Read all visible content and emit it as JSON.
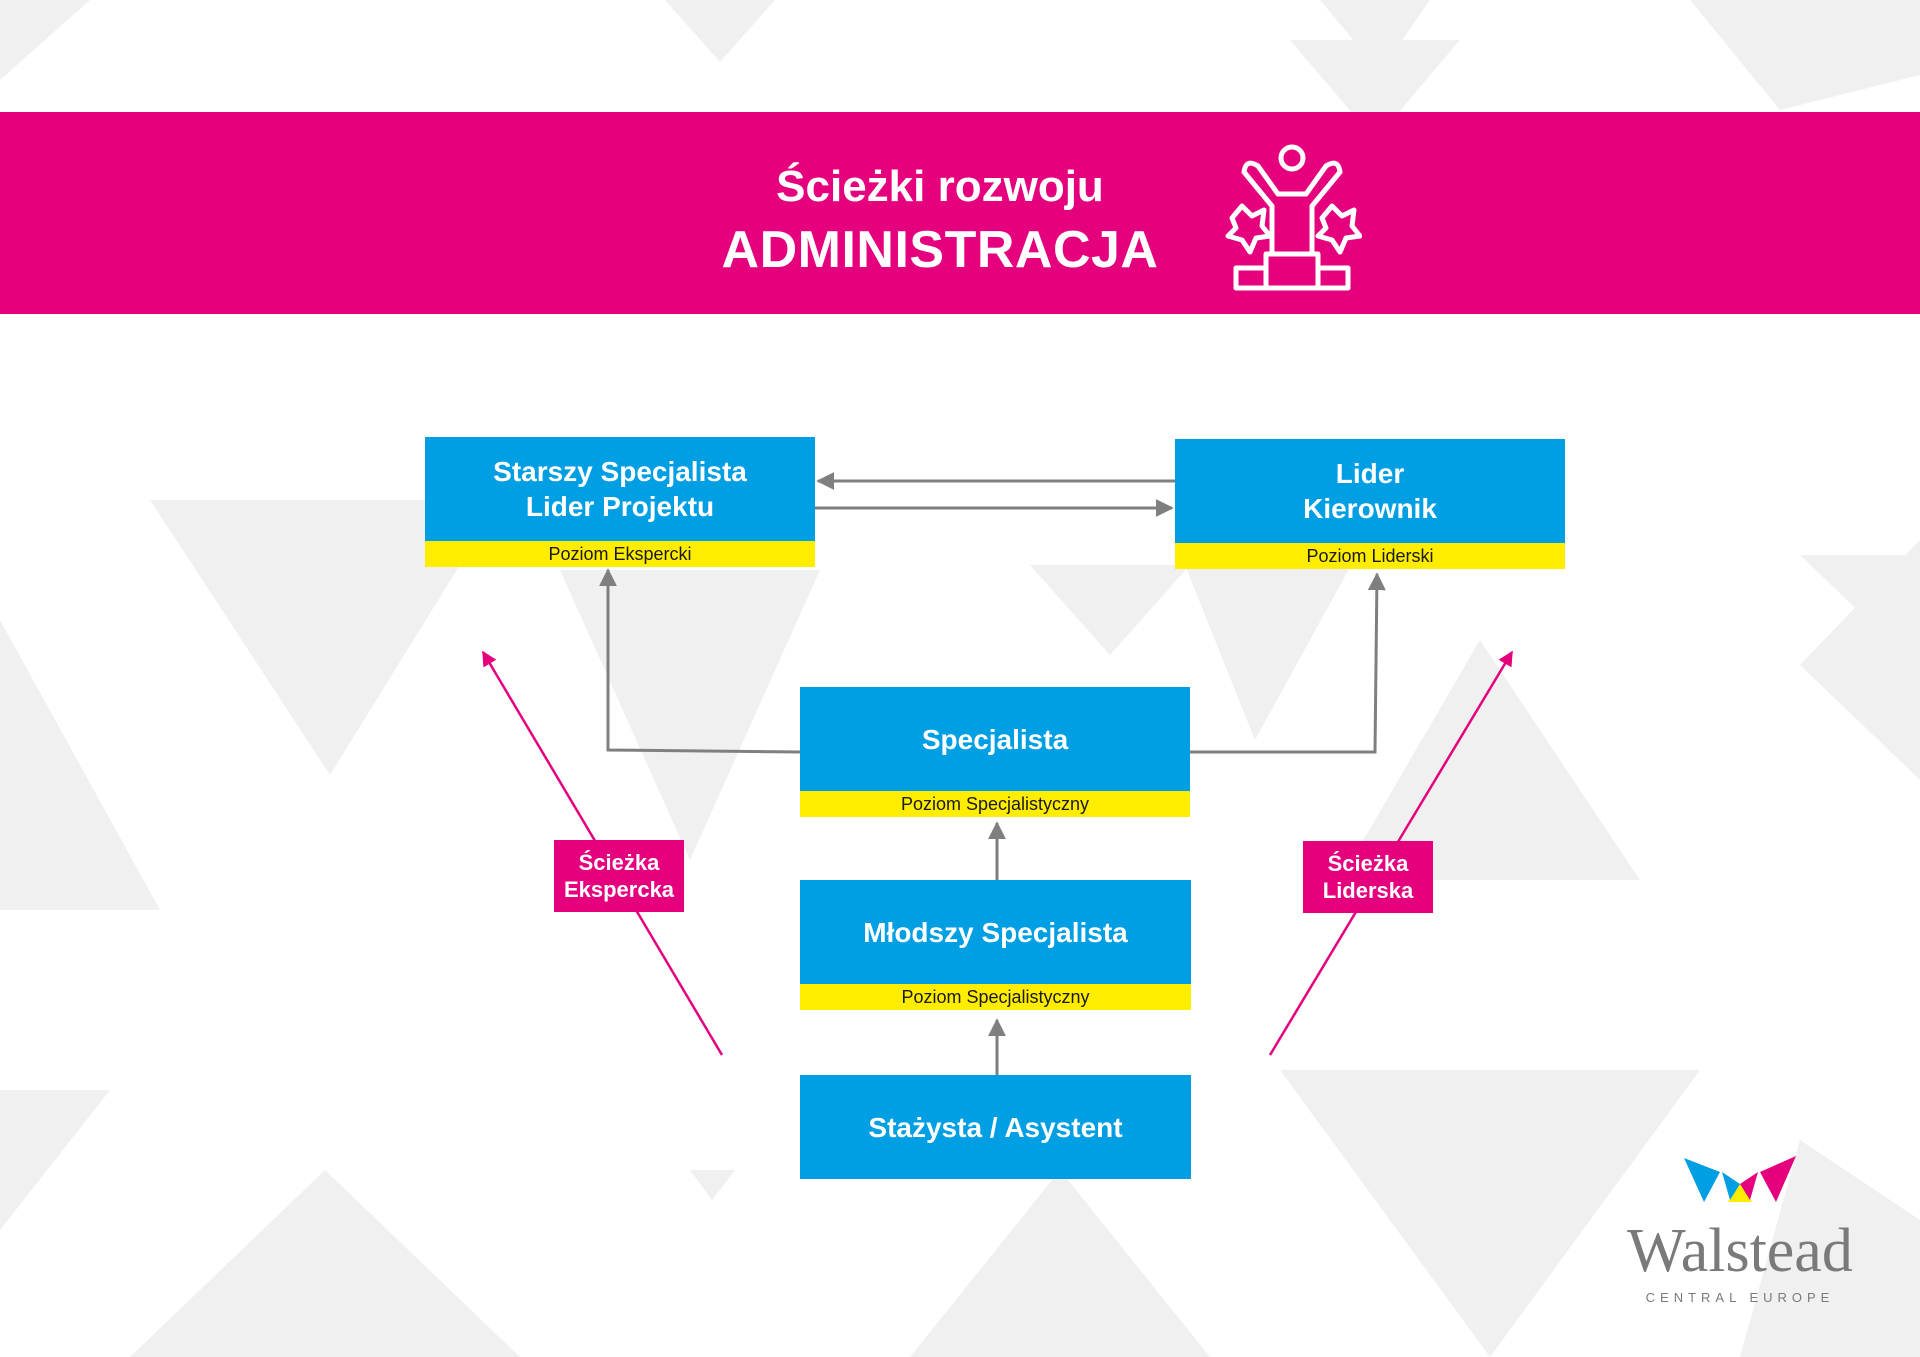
{
  "header": {
    "title_line1": "Ścieżki rozwoju",
    "title_line2": "ADMINISTRACJA",
    "icon": "trophy-podium-icon"
  },
  "nodes": {
    "expert": {
      "name": "Starszy Specjalista\nLider Projektu",
      "level": "Poziom Ekspercki"
    },
    "leader": {
      "name": "Lider\nKierownik",
      "level": "Poziom Liderski"
    },
    "specialist": {
      "name": "Specjalista",
      "level": "Poziom Specjalistyczny"
    },
    "junior": {
      "name": "Młodszy Specjalista",
      "level": "Poziom Specjalistyczny"
    },
    "intern": {
      "name": "Stażysta / Asystent"
    }
  },
  "edges": [
    {
      "from": "intern",
      "to": "junior"
    },
    {
      "from": "junior",
      "to": "specialist"
    },
    {
      "from": "specialist",
      "to": "expert"
    },
    {
      "from": "specialist",
      "to": "leader"
    },
    {
      "from": "leader",
      "to": "expert"
    },
    {
      "from": "expert",
      "to": "leader"
    }
  ],
  "paths": {
    "expert": "Ścieżka\nEkspercka",
    "leader": "Ścieżka\nLiderska"
  },
  "logo": {
    "name": "Walstead",
    "subtitle": "CENTRAL EUROPE"
  },
  "colors": {
    "magenta": "#e5007e",
    "blue": "#009fe3",
    "yellow": "#ffed00",
    "arrow_gray": "#7f7f7f",
    "pattern_gray": "#f0f0f0"
  }
}
